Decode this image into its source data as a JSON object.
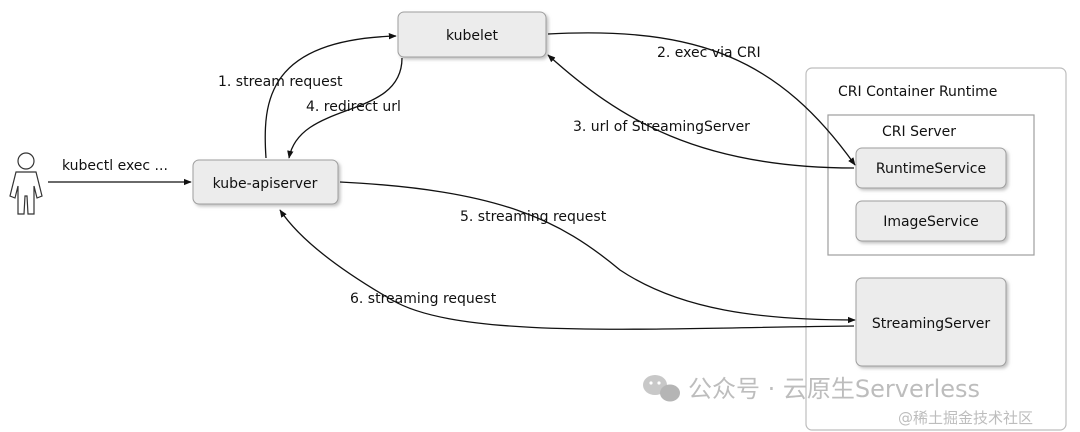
{
  "nodes": {
    "kubelet": "kubelet",
    "apiserver": "kube-apiserver",
    "runtime_title": "CRI Container Runtime",
    "server_title": "CRI Server",
    "runtime_service": "RuntimeService",
    "image_service": "ImageService",
    "streaming_server": "StreamingServer"
  },
  "edges": {
    "kubectl": "kubectl exec ...",
    "stream_request": "1. stream request",
    "exec_via_cri": "2.  exec via CRI",
    "url_of_streaming": "3. url of StreamingServer",
    "redirect_url": "4. redirect url",
    "streaming_5": "5. streaming request",
    "streaming_6": "6. streaming request"
  },
  "watermark": {
    "channel": "公众号 · 云原生Serverless",
    "site": "@稀土掘金技术社区"
  }
}
